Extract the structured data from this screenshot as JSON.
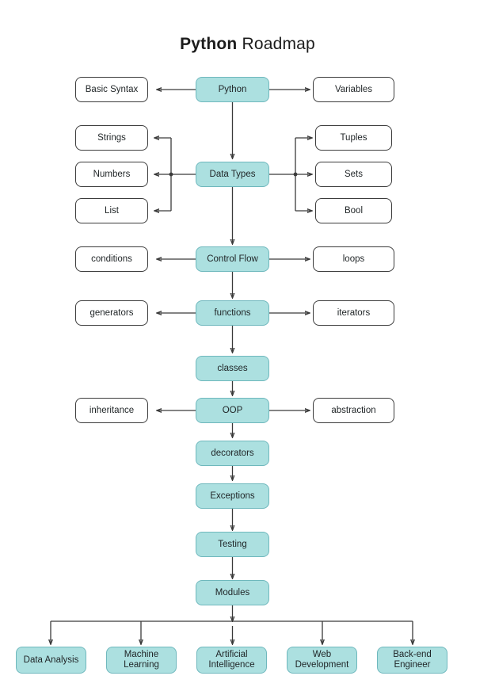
{
  "page": {
    "background": "#ffffff",
    "accent_color": "#ace0e0",
    "accent_border": "#6fb8bd",
    "line_color": "#3a3a3a",
    "text_color": "#1f2426"
  },
  "title": {
    "strong": "Python",
    "light": " Roadmap",
    "full": "Python Roadmap"
  },
  "nodes": {
    "python": "Python",
    "basic_syntax": "Basic Syntax",
    "variables": "Variables",
    "data_types": "Data Types",
    "strings": "Strings",
    "numbers": "Numbers",
    "list": "List",
    "tuples": "Tuples",
    "sets": "Sets",
    "bool": "Bool",
    "control_flow": "Control Flow",
    "conditions": "conditions",
    "loops": "loops",
    "functions": "functions",
    "generators": "generators",
    "iterators": "iterators",
    "classes": "classes",
    "oop": "OOP",
    "inheritance": "inheritance",
    "abstraction": "abstraction",
    "decorators": "decorators",
    "exceptions": "Exceptions",
    "testing": "Testing",
    "modules": "Modules",
    "data_analysis": "Data Analysis",
    "machine_learning_l1": "Machine",
    "machine_learning_l2": "Learning",
    "artificial_intelligence_l1": "Artificial",
    "artificial_intelligence_l2": "Intelligence",
    "web_development_l1": "Web",
    "web_development_l2": "Development",
    "backend_engineer_l1": "Back-end",
    "backend_engineer_l2": "Engineer"
  },
  "chart_data": {
    "type": "diagram",
    "title": "Python Roadmap",
    "spine": [
      "Python",
      "Data Types",
      "Control Flow",
      "functions",
      "classes",
      "OOP",
      "decorators",
      "Exceptions",
      "Testing",
      "Modules"
    ],
    "branches": [
      {
        "from": "Python",
        "left": [
          "Basic Syntax"
        ],
        "right": [
          "Variables"
        ]
      },
      {
        "from": "Data Types",
        "left": [
          "Strings",
          "Numbers",
          "List"
        ],
        "right": [
          "Tuples",
          "Sets",
          "Bool"
        ]
      },
      {
        "from": "Control Flow",
        "left": [
          "conditions"
        ],
        "right": [
          "loops"
        ]
      },
      {
        "from": "functions",
        "left": [
          "generators"
        ],
        "right": [
          "iterators"
        ]
      },
      {
        "from": "OOP",
        "left": [
          "inheritance"
        ],
        "right": [
          "abstraction"
        ]
      },
      {
        "from": "Modules",
        "down": [
          "Data Analysis",
          "Machine Learning",
          "Artificial Intelligence",
          "Web Development",
          "Back-end Engineer"
        ]
      }
    ]
  }
}
